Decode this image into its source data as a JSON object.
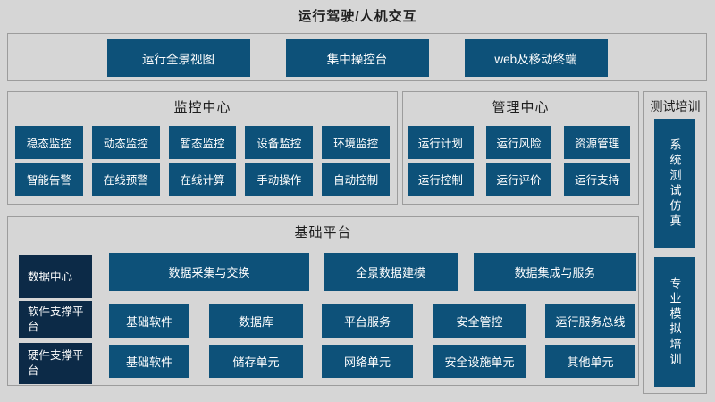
{
  "page_title": "运行驾驶/人机交互",
  "colors": {
    "background": "#d6d6d6",
    "panel_border": "#9c9c9c",
    "tile_blue": "#0d5179",
    "label_navy": "#0c2a47",
    "title_text": "#1e1e1e",
    "tile_text": "#ffffff"
  },
  "top_panel": {
    "buttons": [
      {
        "label": "运行全景视图"
      },
      {
        "label": "集中操控台"
      },
      {
        "label": "web及移动终端"
      }
    ]
  },
  "monitoring_center": {
    "title": "监控中心",
    "rows": [
      [
        "稳态监控",
        "动态监控",
        "暂态监控",
        "设备监控",
        "环境监控"
      ],
      [
        "智能告警",
        "在线预警",
        "在线计算",
        "手动操作",
        "自动控制"
      ]
    ]
  },
  "management_center": {
    "title": "管理中心",
    "rows": [
      [
        "运行计划",
        "运行风险",
        "资源管理"
      ],
      [
        "运行控制",
        "运行评价",
        "运行支持"
      ]
    ]
  },
  "test_training": {
    "title": "测试培训",
    "buttons": [
      "系统测试仿真",
      "专业模拟培训"
    ]
  },
  "base_platform": {
    "title": "基础平台",
    "layers": [
      {
        "label": "数据中心",
        "buttons": [
          "数据采集与交换",
          "全景数据建模",
          "数据集成与服务"
        ]
      },
      {
        "label": "软件支撑平台",
        "buttons": [
          "基础软件",
          "数据库",
          "平台服务",
          "安全管控",
          "运行服务总线"
        ]
      },
      {
        "label": "硬件支撑平台",
        "buttons": [
          "基础软件",
          "储存单元",
          "网络单元",
          "安全设施单元",
          "其他单元"
        ]
      }
    ]
  }
}
